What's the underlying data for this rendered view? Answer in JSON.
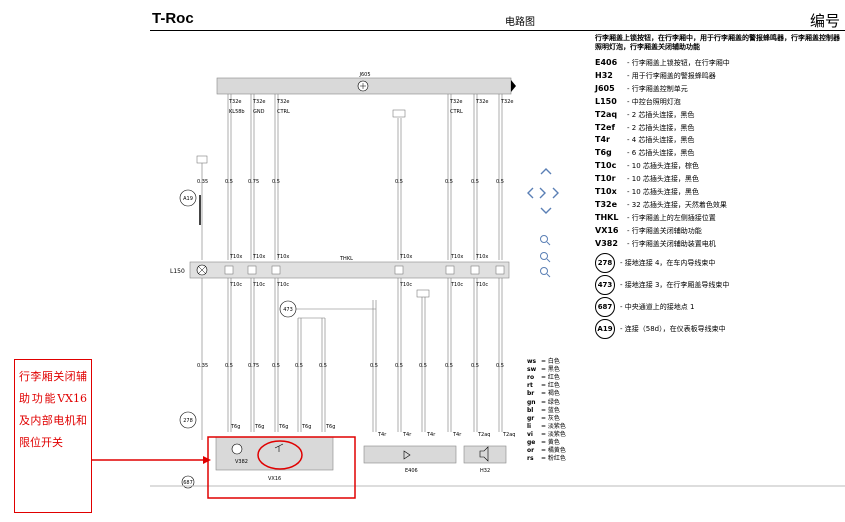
{
  "header": {
    "model": "T-Roc",
    "diagram_title": "电路图",
    "number_label": "编号"
  },
  "description": "行李厢盖上锁按钮，在行李厢中，用于行李厢盖的警报蜂鸣器，行李厢盖控制器照明灯泡，行李厢盖关闭辅助功能",
  "legend": [
    {
      "code": "E406",
      "desc": "- 行李厢盖上锁按钮，在行李厢中"
    },
    {
      "code": "H32",
      "desc": "- 用于行李厢盖的警报蜂鸣器"
    },
    {
      "code": "J605",
      "desc": "- 行李厢盖控制单元"
    },
    {
      "code": "L150",
      "desc": "- 中控台照明灯泡"
    },
    {
      "code": "T2aq",
      "desc": "- 2 芯插头连接，黑色"
    },
    {
      "code": "T2ef",
      "desc": "- 2 芯插头连接，黑色"
    },
    {
      "code": "T4r",
      "desc": "- 4 芯插头连接，黑色"
    },
    {
      "code": "T6g",
      "desc": "- 6 芯插头连接，黑色"
    },
    {
      "code": "T10c",
      "desc": "- 10 芯插头连接，棕色"
    },
    {
      "code": "T10r",
      "desc": "- 10 芯插头连接，黑色"
    },
    {
      "code": "T10x",
      "desc": "- 10 芯插头连接，黑色"
    },
    {
      "code": "T32e",
      "desc": "- 32 芯插头连接，天然着色效果"
    },
    {
      "code": "THKL",
      "desc": "- 行李厢盖上的左侧插接位置"
    },
    {
      "code": "VX16",
      "desc": "- 行李厢盖关闭辅助功能"
    },
    {
      "code": "V382",
      "desc": "- 行李厢盖关闭辅助装置电机"
    }
  ],
  "connection_legend": [
    {
      "id": "278",
      "desc": "- 接地连接 4，在车内导线束中"
    },
    {
      "id": "473",
      "desc": "- 接地连接 3，在行李厢盖导线束中"
    },
    {
      "id": "687",
      "desc": "- 中央通道上的接地点 1"
    },
    {
      "id": "A19",
      "desc": "- 连接（58d），在仪表板导线束中"
    }
  ],
  "wire_colors": [
    {
      "code": "ws",
      "desc": "= 白色"
    },
    {
      "code": "sw",
      "desc": "= 黑色"
    },
    {
      "code": "ro",
      "desc": "= 红色"
    },
    {
      "code": "rt",
      "desc": "= 红色"
    },
    {
      "code": "br",
      "desc": "= 褐色"
    },
    {
      "code": "gn",
      "desc": "= 绿色"
    },
    {
      "code": "bl",
      "desc": "= 蓝色"
    },
    {
      "code": "gr",
      "desc": "= 灰色"
    },
    {
      "code": "li",
      "desc": "= 淡紫色"
    },
    {
      "code": "vi",
      "desc": "= 淡紫色"
    },
    {
      "code": "ge",
      "desc": "= 黄色"
    },
    {
      "code": "or",
      "desc": "= 橘黄色"
    },
    {
      "code": "rs",
      "desc": "= 粉红色"
    }
  ],
  "diagram": {
    "module_label": "J605",
    "thkl_label": "THKL",
    "lamp_label": "L150",
    "motor_label": "V382",
    "assembly_label": "VX16",
    "button_label": "E406",
    "buzzer_label": "H32",
    "ground_278": "278",
    "ground_473": "473",
    "ground_687": "687",
    "conn_a19": "A19",
    "wire_size_035": "0.35",
    "wire_size_075": "0.75",
    "wire_size_05": "0.5",
    "pin_kl58": "KL58b",
    "pin_gnd": "GND",
    "pin_ctrl": "CTRL",
    "pin_t32e": "T32e",
    "pin_t10x": "T10x",
    "pin_t10c": "T10c",
    "pin_t4r": "T4r",
    "pin_t2aq": "T2aq",
    "pin_t6g": "T6g"
  },
  "annotation": {
    "text": "行李厢关闭辅助功能VX16及内部电机和限位开关",
    "color": "#e00000"
  }
}
